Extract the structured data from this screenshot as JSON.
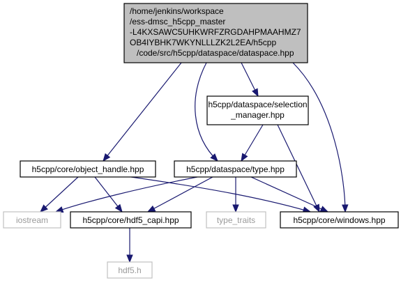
{
  "diagram": {
    "nodes": {
      "root": {
        "lines": [
          "/home/jenkins/workspace",
          "/ess-dmsc_h5cpp_master",
          "-L4KXSAWC5UHKWRFZRGDAHPMAAHMZ7",
          "OB4IYBHK7WKYNLLLZK2L2EA/h5cpp",
          "/code/src/h5cpp/dataspace/dataspace.hpp"
        ]
      },
      "selection_manager": {
        "lines": [
          "h5cpp/dataspace/selection",
          "_manager.hpp"
        ]
      },
      "object_handle": {
        "lines": [
          "h5cpp/core/object_handle.hpp"
        ]
      },
      "type": {
        "lines": [
          "h5cpp/dataspace/type.hpp"
        ]
      },
      "iostream": {
        "lines": [
          "iostream"
        ]
      },
      "hdf5_capi": {
        "lines": [
          "h5cpp/core/hdf5_capi.hpp"
        ]
      },
      "type_traits": {
        "lines": [
          "type_traits"
        ]
      },
      "windows": {
        "lines": [
          "h5cpp/core/windows.hpp"
        ]
      },
      "hdf5_h": {
        "lines": [
          "hdf5.h"
        ]
      }
    },
    "edges": [
      [
        "root",
        "object_handle"
      ],
      [
        "root",
        "type"
      ],
      [
        "root",
        "selection_manager"
      ],
      [
        "root",
        "windows"
      ],
      [
        "selection_manager",
        "type"
      ],
      [
        "selection_manager",
        "windows"
      ],
      [
        "object_handle",
        "iostream"
      ],
      [
        "object_handle",
        "hdf5_capi"
      ],
      [
        "object_handle",
        "windows"
      ],
      [
        "type",
        "iostream"
      ],
      [
        "type",
        "hdf5_capi"
      ],
      [
        "type",
        "type_traits"
      ],
      [
        "type",
        "windows"
      ],
      [
        "hdf5_capi",
        "hdf5_h"
      ]
    ],
    "colors": {
      "edge": "#191970",
      "root_fill": "#bfbfbf",
      "external_border": "#c0c0c0",
      "external_text": "#9a9a9a"
    }
  }
}
